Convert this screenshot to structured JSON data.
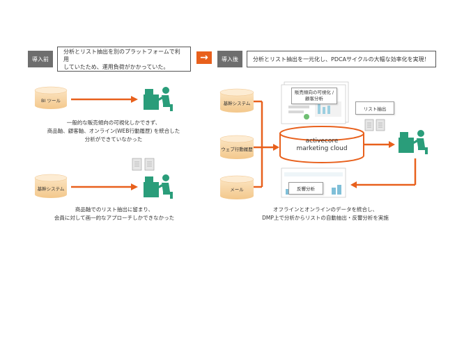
{
  "before": {
    "tag": "導入前",
    "headline_line1": "分析とリスト抽出を別のプラットフォームで利用",
    "headline_line2": "していたため、運用負荷がかかっていた。",
    "top_source": "BI ツール",
    "bottom_source": "基幹システム",
    "caption1_line1": "一般的な販売傾向の可視化しかできず、",
    "caption1_line2": "商品軸、顧客軸、オンライン(WEB行動履歴) を統合した",
    "caption1_line3": "分析ができていなかった",
    "caption2_line1": "商品軸でのリスト抽出に留まり、",
    "caption2_line2": "会員に対して画一的なアプローチしかできなかった"
  },
  "after": {
    "tag": "導入後",
    "headline": "分析とリスト抽出を一元化し、PDCAサイクルの大幅な効率化を実現！",
    "sources": [
      "基幹システム",
      "ウェブ行動履歴",
      "メール"
    ],
    "platform_line1": "activecore",
    "platform_line2": "marketing cloud",
    "callout_analysis_line1": "販売傾向の可視化 /",
    "callout_analysis_line2": "顧客分析",
    "callout_list": "リスト抽出",
    "callout_response": "反響分析",
    "caption_line1": "オフラインとオンラインのデータを統合し、",
    "caption_line2": "DMP上で分析からリストの自動抽出・反響分析を実施"
  },
  "colors": {
    "accent": "#e8601c",
    "cylinder": "#f7d7a8",
    "cylinder_top": "#fbe6c6",
    "desk": "#2a9d7a",
    "dark_tag": "#6e6e6e"
  },
  "icons": {
    "transition_arrow": "→"
  }
}
